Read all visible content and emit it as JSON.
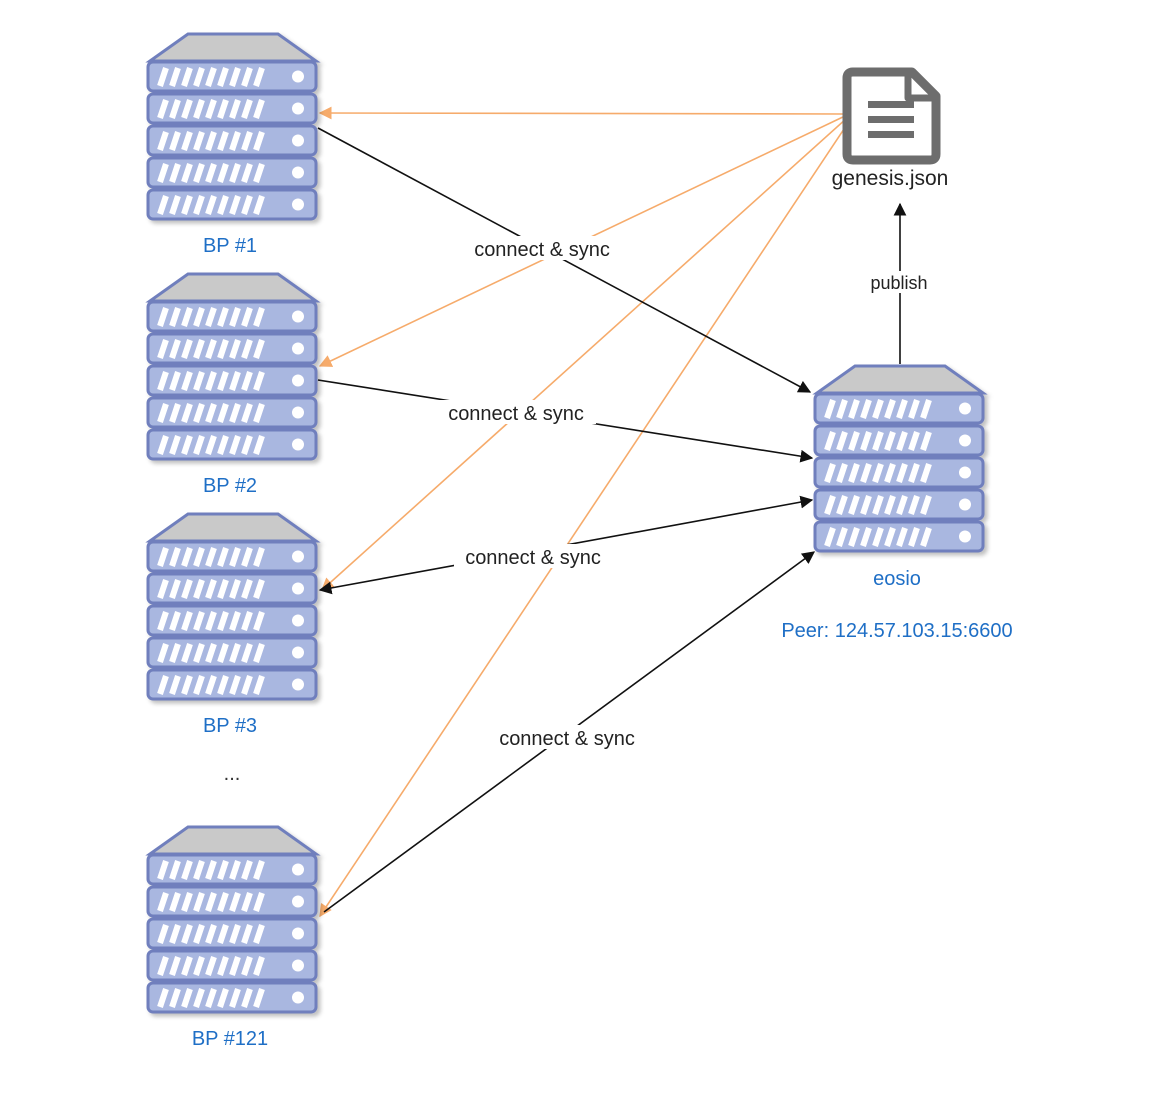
{
  "nodes": {
    "bp1": {
      "label": "BP #1"
    },
    "bp2": {
      "label": "BP #2"
    },
    "bp3": {
      "label": "BP #3"
    },
    "bp121": {
      "label": "BP #121"
    },
    "eosio": {
      "label": "eosio",
      "peer": "Peer: 124.57.103.15:6600"
    },
    "genesis": {
      "label": "genesis.json"
    }
  },
  "ellipsis": "...",
  "edges": {
    "sync_label": "connect & sync",
    "publish_label": "publish"
  },
  "colors": {
    "server_fill": "#a9b7e0",
    "server_stroke": "#6f7fbd",
    "server_roof": "#c9c9c9",
    "label_blue": "#1f6fc6",
    "sync_arrow": "#111111",
    "distribute_arrow": "#f6ab6b"
  },
  "icons": {
    "server": "server-rack-icon",
    "document": "document-icon"
  }
}
